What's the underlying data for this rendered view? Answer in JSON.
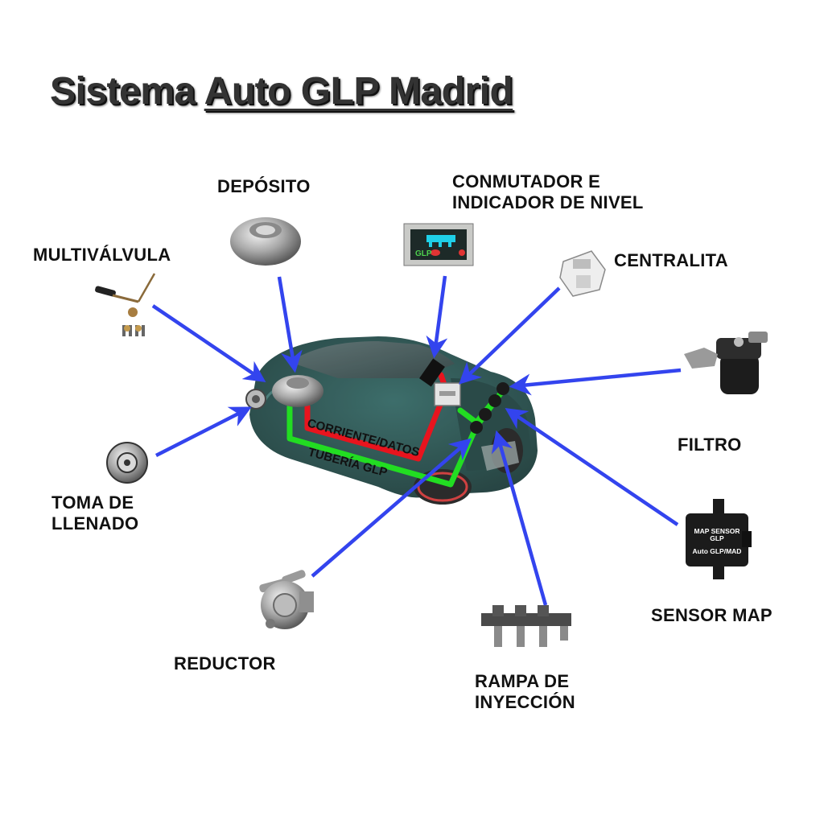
{
  "title": {
    "prefix": "Sistema",
    "brand": "Auto GLP Madrid"
  },
  "components": {
    "deposito": {
      "label": "DEPÓSITO"
    },
    "conmutador": {
      "line1": "CONMUTADOR E",
      "line2": "INDICADOR DE NIVEL",
      "display_text": "GLP"
    },
    "multivalvula": {
      "label": "MULTIVÁLVULA"
    },
    "centralita": {
      "label": "CENTRALITA"
    },
    "filtro": {
      "label": "FILTRO"
    },
    "toma": {
      "line1": "TOMA DE",
      "line2": "LLENADO"
    },
    "sensor_map": {
      "label": "SENSOR MAP",
      "device_line1": "MAP SENSOR",
      "device_line2": "GLP",
      "device_line3": "Auto GLP/MAD"
    },
    "reductor": {
      "label": "REDUCTOR"
    },
    "rampa": {
      "line1": "RAMPA DE",
      "line2": "INYECCIÓN"
    }
  },
  "lines": {
    "corriente": {
      "label": "CORRIENTE/DATOS",
      "color": "#e8141e"
    },
    "tuberia": {
      "label": "TUBERÍA GLP",
      "color": "#22dd22"
    }
  },
  "arrow_color": "#3344ee",
  "car_color": "#1f4a47"
}
